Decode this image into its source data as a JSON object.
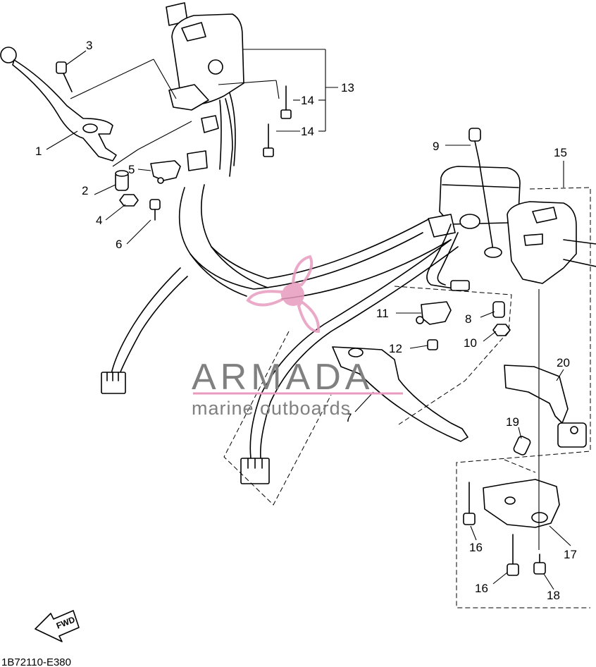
{
  "diagram": {
    "callouts": {
      "c1": "1",
      "c2": "2",
      "c3": "3",
      "c4": "4",
      "c5": "5",
      "c6": "6",
      "c7": "7",
      "c8": "8",
      "c9": "9",
      "c10": "10",
      "c11": "11",
      "c12": "12",
      "c13": "13",
      "c14a": "14",
      "c14b": "14",
      "c15": "15",
      "c16a": "16",
      "c16b": "16",
      "c17": "17",
      "c18": "18",
      "c19": "19",
      "c20": "20"
    },
    "direction_label": "FWD",
    "drawing_code": "1B72110-E380"
  },
  "watermark": {
    "brand": "ARMADA",
    "tagline": "marine outboards",
    "colors": {
      "logo_pink": "#e89bbf",
      "text_gray": "#808080"
    }
  }
}
